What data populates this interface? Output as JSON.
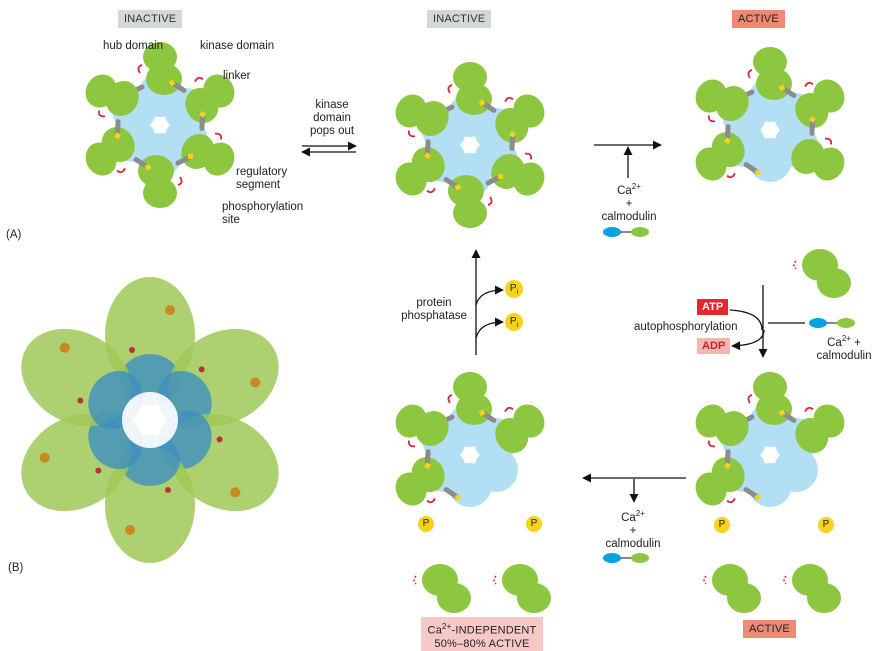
{
  "states": {
    "inactive_1": "INACTIVE",
    "inactive_2": "INACTIVE",
    "active_1": "ACTIVE",
    "active_2": "ACTIVE",
    "independent_line1_prefix": "Ca",
    "independent_line1_sup": "2+",
    "independent_line1_suffix": "-INDEPENDENT",
    "independent_line2": "50%–80% ACTIVE"
  },
  "labels": {
    "hub_domain": "hub domain",
    "kinase_domain": "kinase domain",
    "linker": "linker",
    "regulatory": "regulatory",
    "segment": "segment",
    "phosphorylation": "phosphorylation",
    "site": "site",
    "panel_a": "(A)",
    "panel_b": "(B)"
  },
  "transitions": {
    "pops_out_1": "kinase",
    "pops_out_2": "domain",
    "pops_out_3": "pops out",
    "ca": "Ca",
    "ca_sup": "2+",
    "plus": "+",
    "calmodulin": "calmodulin",
    "protein": "protein",
    "phosphatase": "phosphatase",
    "pi_p": "P",
    "pi_sub": "i",
    "atp": "ATP",
    "adp": "ADP",
    "autophosphorylation": "autophosphorylation",
    "ca_plus": "+",
    "phospho_p": "P"
  },
  "colors": {
    "kinase_green": "#8dc63f",
    "hub_blue": "#b3dff5",
    "linker_gray": "#8a8c8e",
    "site_yellow": "#f6d21a",
    "arrow_red": "#d7263d",
    "calmodulin_blue": "#00a3e0",
    "calmodulin_green": "#8dc63f"
  }
}
